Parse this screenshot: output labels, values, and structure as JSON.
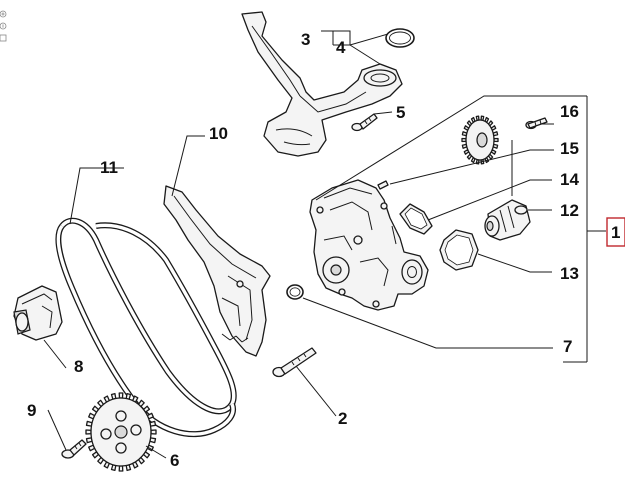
{
  "callouts": {
    "c1": "1",
    "c2": "2",
    "c3": "3",
    "c4": "4",
    "c5": "5",
    "c6": "6",
    "c7": "7",
    "c8": "8",
    "c9": "9",
    "c10": "10",
    "c11": "11",
    "c12": "12",
    "c13": "13",
    "c14": "14",
    "c15": "15",
    "c16": "16"
  },
  "highlight_color": "#c0282d",
  "icons": [
    "zoom-in-icon",
    "zoom-out-icon",
    "zoom-reset-icon"
  ]
}
